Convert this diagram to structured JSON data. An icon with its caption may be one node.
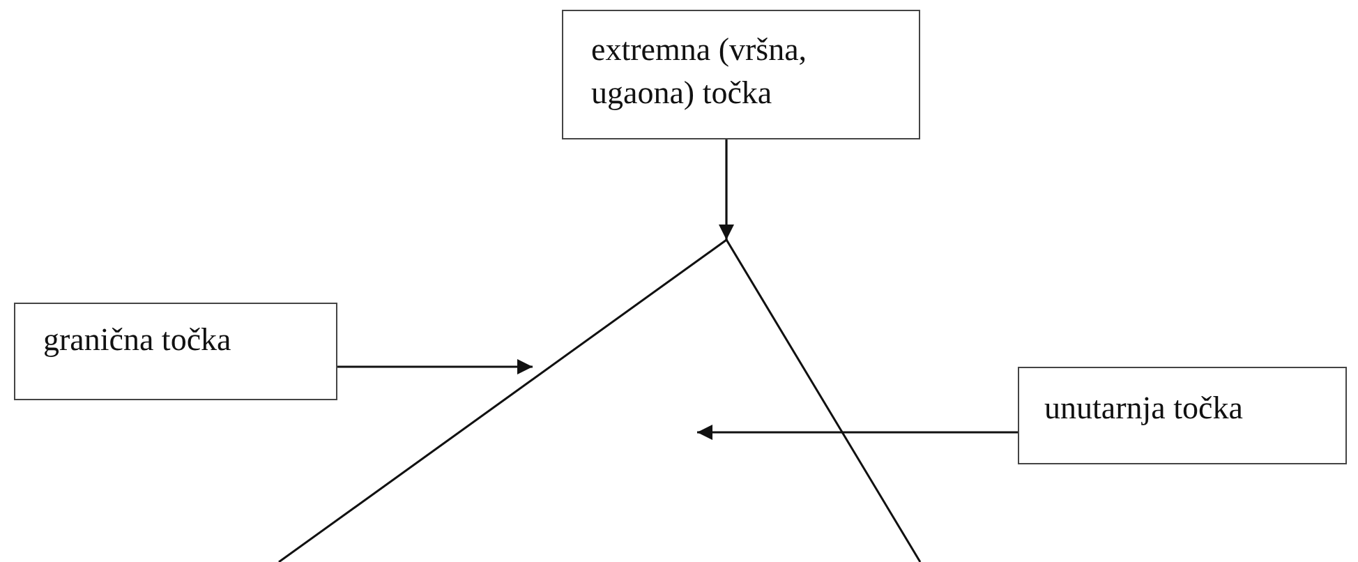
{
  "diagram": {
    "nodes": [
      {
        "text": [
          "extremna (vršna, ugaona) točka"
        ]
      },
      {
        "text": [
          "granična točka"
        ]
      },
      {
        "text": [
          "unutarnja točka"
        ]
      },
      {
        "text": [],
        "shape": "triangle"
      }
    ],
    "edges": [
      {
        "from": 0,
        "to": 3,
        "arrow": "to"
      },
      {
        "from": 1,
        "to": 3,
        "arrow": "to"
      },
      {
        "from": 2,
        "to": 3,
        "arrow": "to"
      }
    ]
  }
}
